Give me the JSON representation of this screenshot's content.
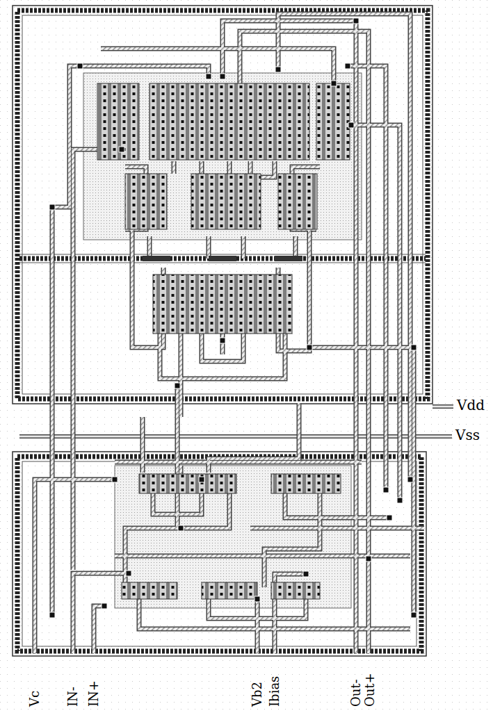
{
  "diagram": {
    "labels": [
      "Vdd",
      "Vss",
      "Vc",
      "IN-",
      "IN+",
      "Vb2",
      "Ibias",
      "Out-",
      "Out+"
    ]
  }
}
